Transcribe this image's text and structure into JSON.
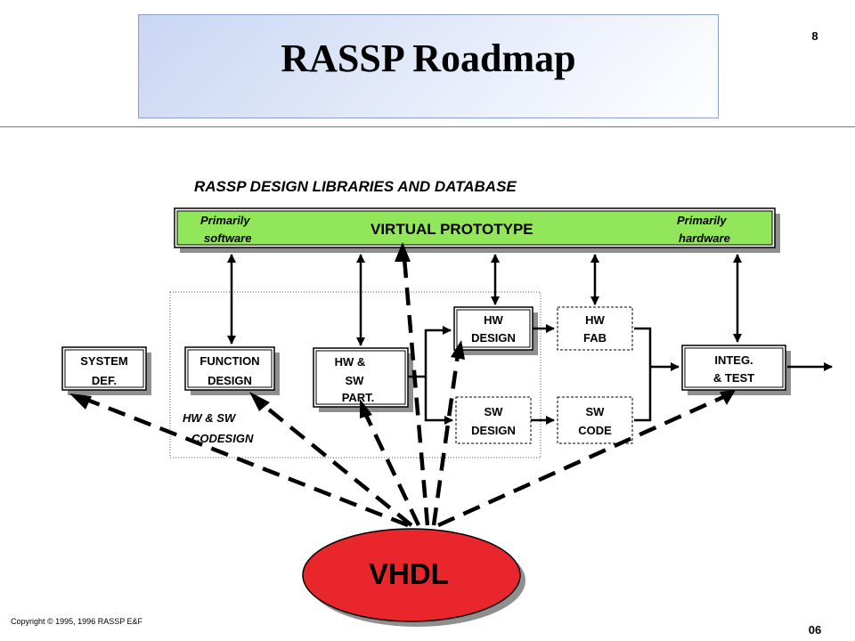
{
  "header": {
    "title": "RASSP Roadmap",
    "page_number": "8"
  },
  "libraries_heading": "RASSP DESIGN LIBRARIES AND DATABASE",
  "virtual_prototype": {
    "title": "VIRTUAL PROTOTYPE",
    "left_note": [
      "Primarily",
      "software"
    ],
    "right_note": [
      "Primarily",
      "hardware"
    ],
    "fill_color": "#92e65a"
  },
  "codesign_label": [
    "HW & SW",
    "CODESIGN"
  ],
  "blocks": {
    "system_def": [
      "SYSTEM",
      "DEF."
    ],
    "function_design": [
      "FUNCTION",
      "DESIGN"
    ],
    "hw_sw_part": [
      "HW &",
      "SW",
      "PART."
    ],
    "hw_design": [
      "HW",
      "DESIGN"
    ],
    "sw_design": [
      "SW",
      "DESIGN"
    ],
    "hw_fab": [
      "HW",
      "FAB"
    ],
    "sw_code": [
      "SW",
      "CODE"
    ],
    "integ_test": [
      "INTEG.",
      "& TEST"
    ]
  },
  "vhdl": {
    "label": "VHDL",
    "fill_color": "#e8262b"
  },
  "footer": {
    "copyright": "Copyright © 1995, 1996 RASSP E&F",
    "slide_code": "06"
  }
}
